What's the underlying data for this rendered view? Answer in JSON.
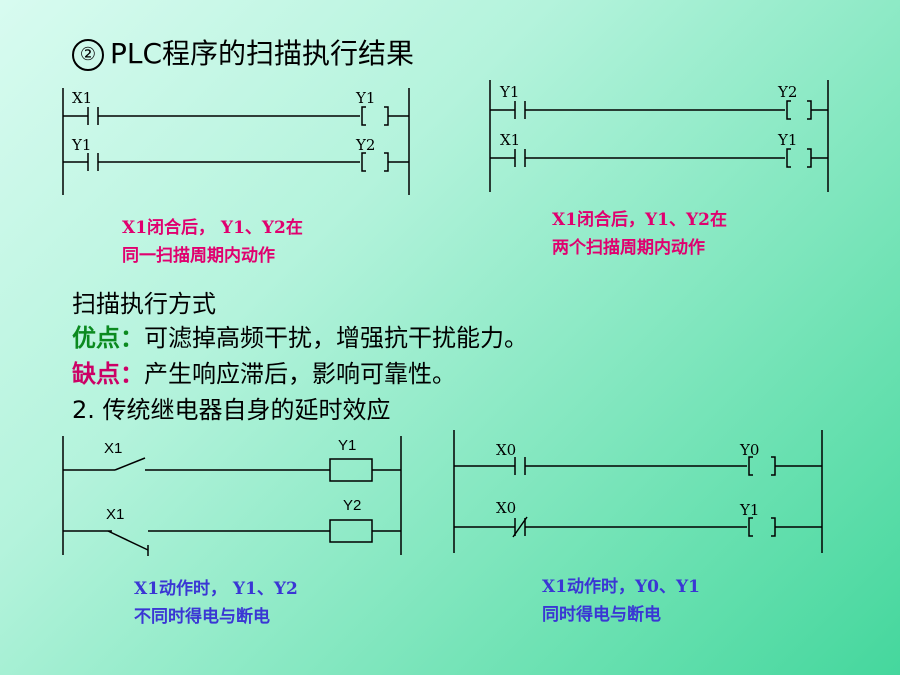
{
  "title": {
    "symbol": "②",
    "text": "PLC程序的扫描执行结果"
  },
  "diagram_a": {
    "labels": [
      "X1",
      "Y1",
      "Y1",
      "Y2"
    ]
  },
  "diagram_b": {
    "labels": [
      "Y1",
      "Y2",
      "X1",
      "Y1"
    ]
  },
  "note_a": {
    "line1": "X1闭合后，  Y1、Y2在",
    "line2": "同一扫描周期内动作"
  },
  "note_b": {
    "line1": "X1闭合后，Y1、Y2在",
    "line2": "两个扫描周期内动作"
  },
  "scan_mode": "扫描执行方式",
  "pros": {
    "label": "优点：",
    "text": "可滤掉高频干扰，增强抗干扰能力。"
  },
  "cons": {
    "label": "缺点：",
    "text": "产生响应滞后，影响可靠性。"
  },
  "section2": "2.  传统继电器自身的延时效应",
  "diagram_c": {
    "labels": [
      "X1",
      "Y1",
      "X1",
      "Y2"
    ]
  },
  "diagram_d": {
    "labels": [
      "X0",
      "Y0",
      "X0",
      "Y1"
    ]
  },
  "note_c": {
    "line1": "X1动作时，  Y1、Y2",
    "line2": "不同时得电与断电"
  },
  "note_d": {
    "line1": "X1动作时，Y0、Y1",
    "line2": "同时得电与断电"
  }
}
